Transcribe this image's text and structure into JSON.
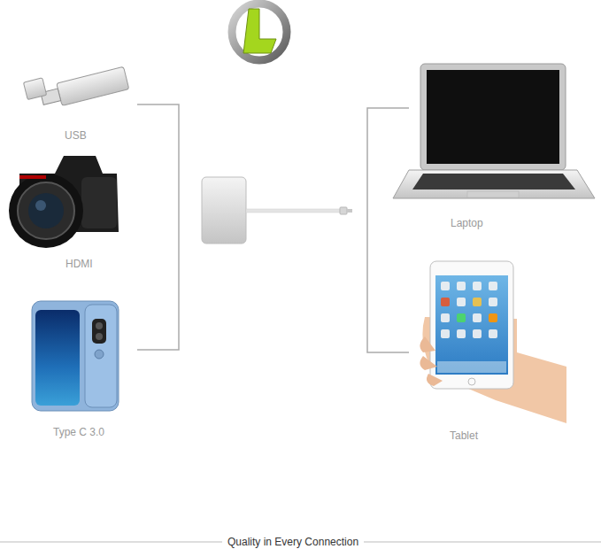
{
  "diagram": {
    "caption": "Quality in Every Connection",
    "labels": [
      "USB",
      "HDMI",
      "Type C 3.0",
      "Laptop",
      "Tablet"
    ]
  }
}
